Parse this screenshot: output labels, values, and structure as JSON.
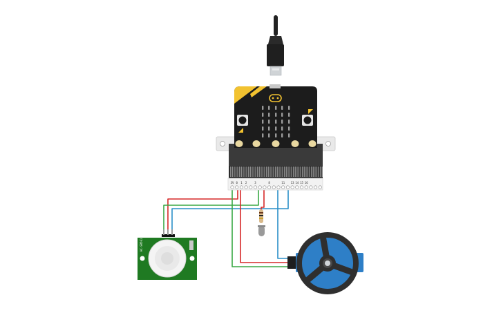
{
  "circuit": {
    "pin_labels": [
      "3V",
      "0",
      "1",
      "2",
      "",
      "3",
      "",
      "",
      "8",
      "",
      "",
      "11",
      "",
      "13",
      "14",
      "15",
      "16",
      "",
      "",
      ""
    ],
    "pir_label": "HC-SR501",
    "colors": {
      "wire_red": "#d62828",
      "wire_green": "#3aa845",
      "wire_blue": "#2a8fc8",
      "board_black": "#1c1c1c",
      "microbit_yellow": "#f2c230",
      "pir_green": "#1f7a22",
      "servo_blue": "#2e7fc7",
      "wheel_dark": "#2f2f2f",
      "edge_connector": "#3a3a3a"
    },
    "icons": [
      "usb-cable-icon",
      "microbit-logo-icon",
      "button-a-icon",
      "button-b-icon",
      "pir-lens-icon",
      "resistor-icon",
      "led-icon",
      "servo-motor-icon",
      "wheel-icon"
    ]
  }
}
